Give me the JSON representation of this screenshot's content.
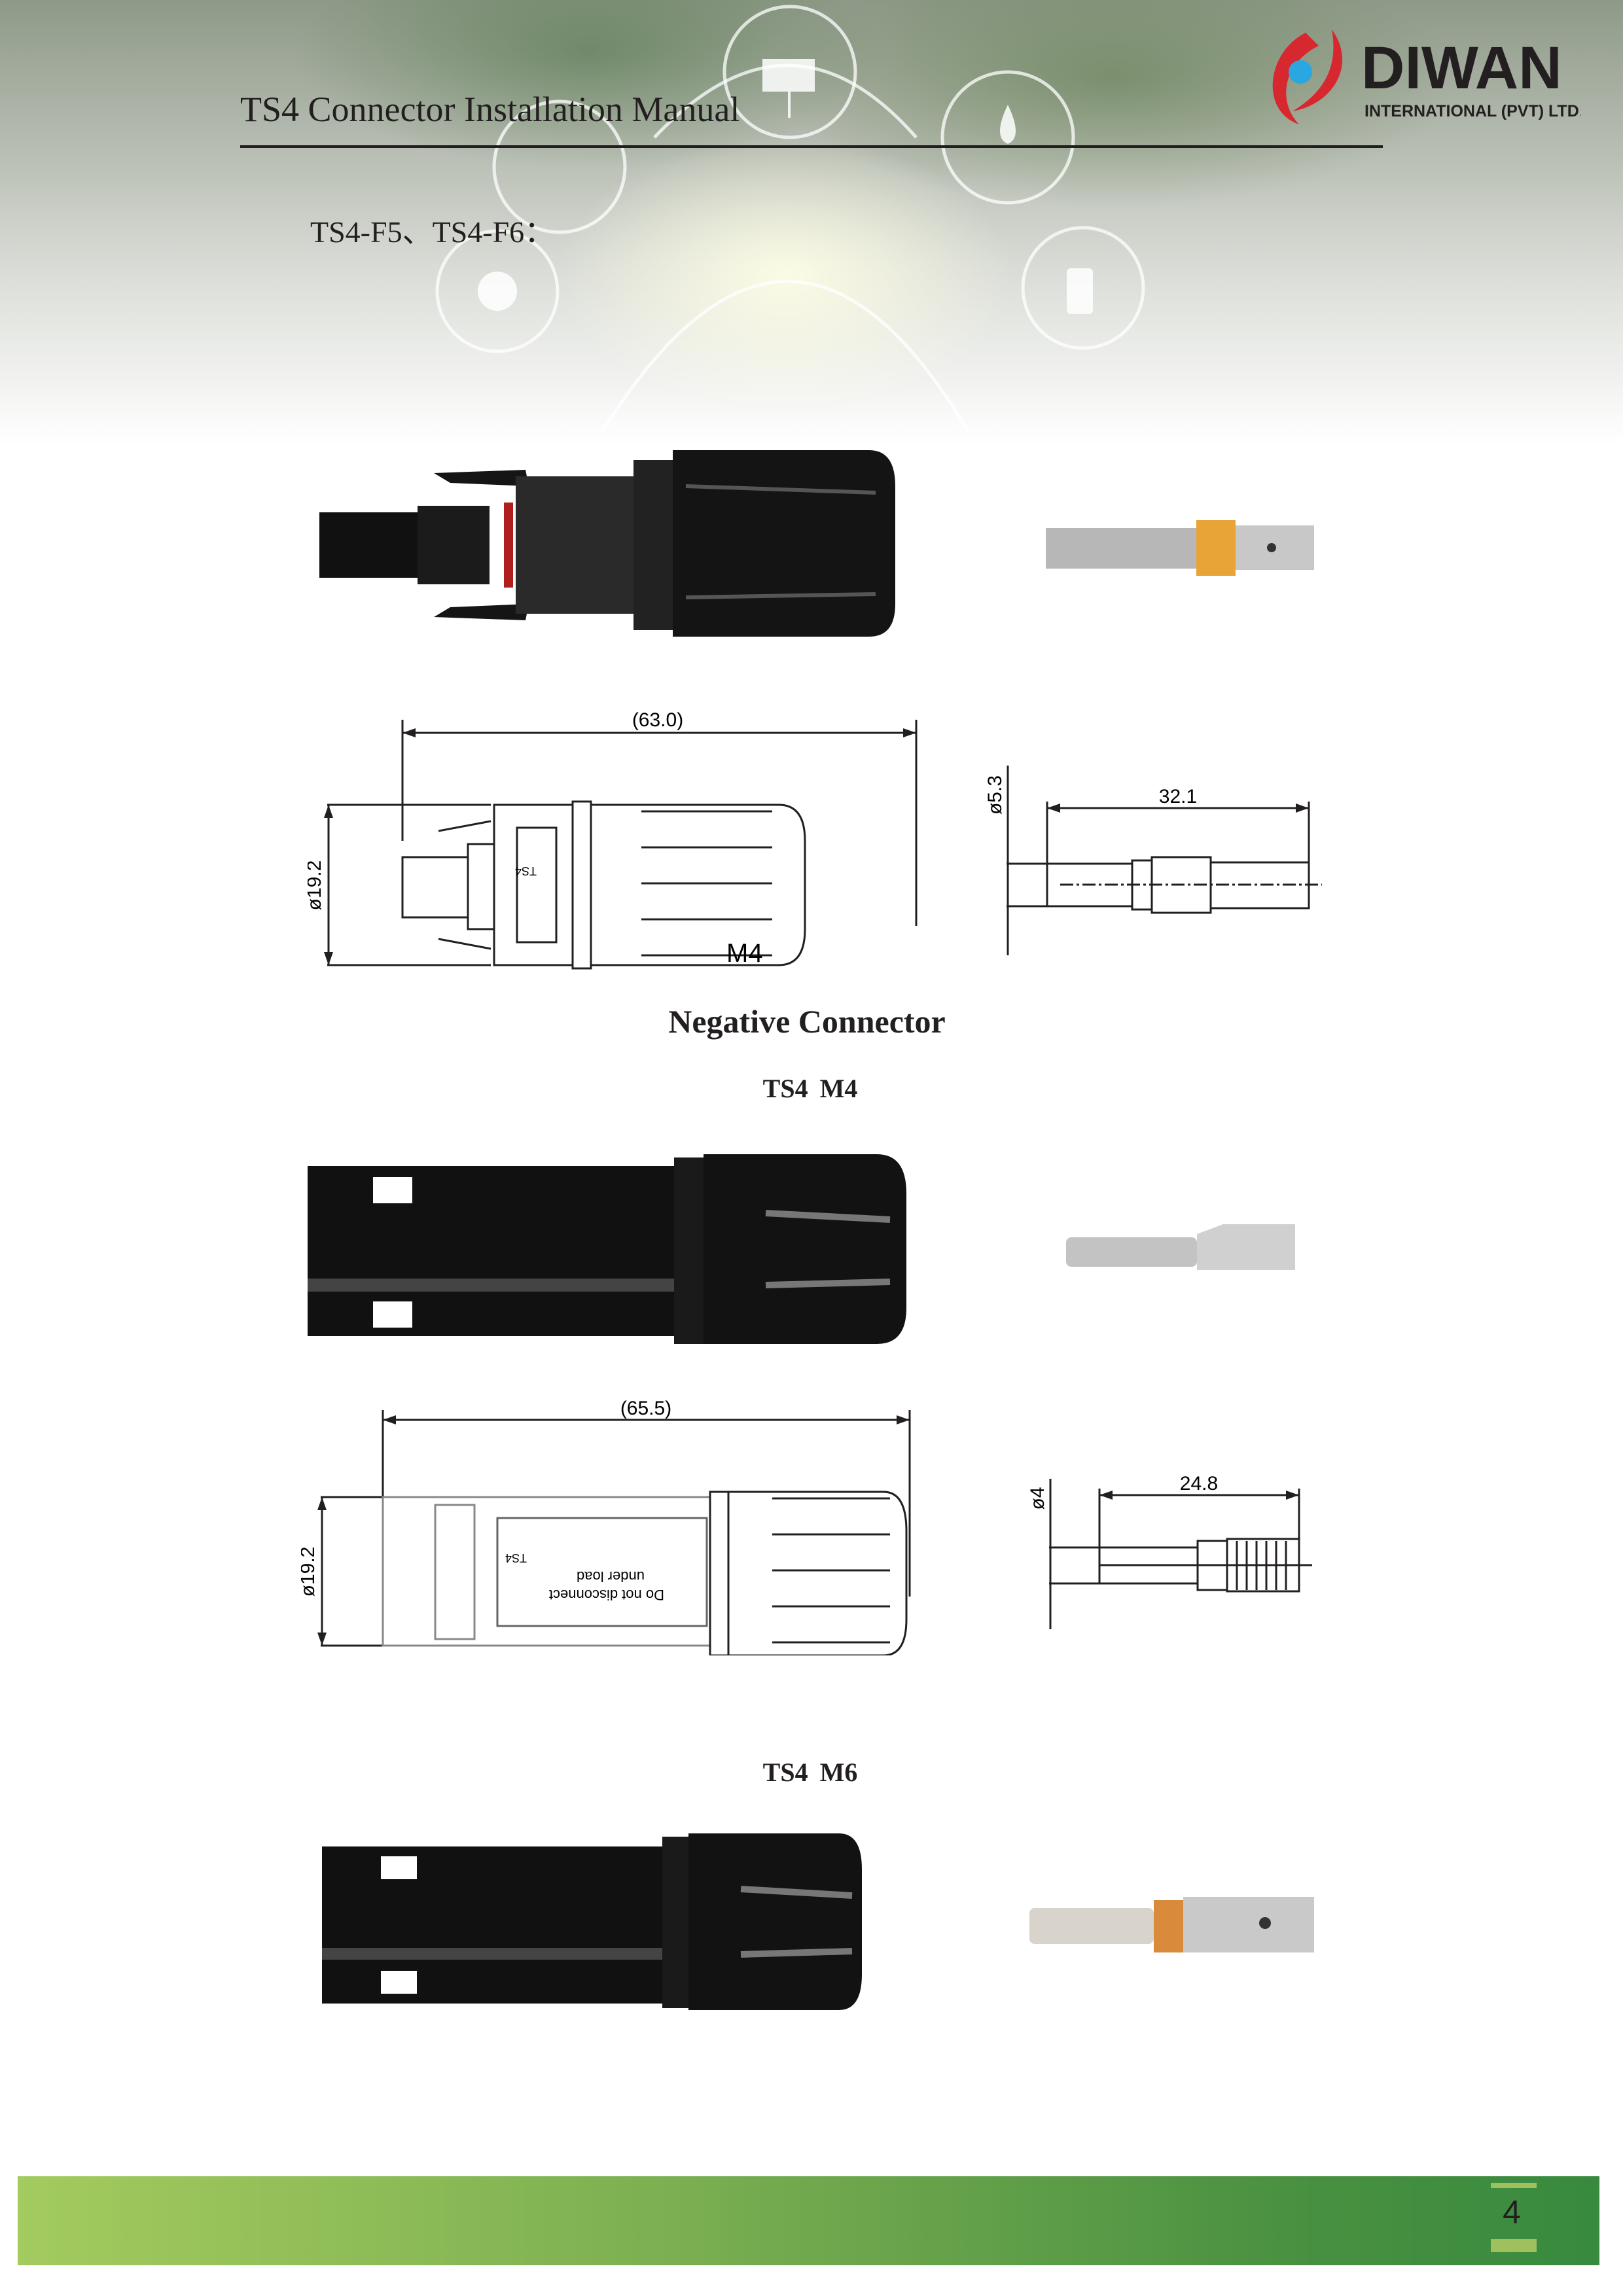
{
  "header": {
    "title": "TS4 Connector Installation Manual",
    "subtitle": "TS4-F5、TS4-F6：",
    "logo": {
      "brand": "DIWAN",
      "tagline": "INTERNATIONAL (PVT) LTD."
    }
  },
  "section1": {
    "drawing": {
      "length": "(63.0)",
      "diameter": "ø19.2",
      "mark_model": "TS4",
      "mark_size": "M4"
    },
    "pin_drawing": {
      "diameter": "ø5.3",
      "length": "32.1"
    }
  },
  "negative": {
    "title": "Negative Connector",
    "label_a": "TS4",
    "label_a_overlay": "M4",
    "drawing": {
      "length": "(65.5)",
      "diameter": "ø19.2",
      "mark_model": "TS4",
      "warning_line1": "Do not disconnect",
      "warning_line2": "under load"
    },
    "pin_drawing": {
      "diameter": "ø4",
      "length": "24.8"
    },
    "label_b": "TS4",
    "label_b_overlay": "M6"
  },
  "footer": {
    "page_number": "4"
  },
  "colors": {
    "footer_start": "#a3cb5e",
    "footer_end": "#388a3f",
    "logo_red": "#d7282f",
    "logo_blue": "#2aa7e0",
    "pin_orange": "#e8a437"
  }
}
